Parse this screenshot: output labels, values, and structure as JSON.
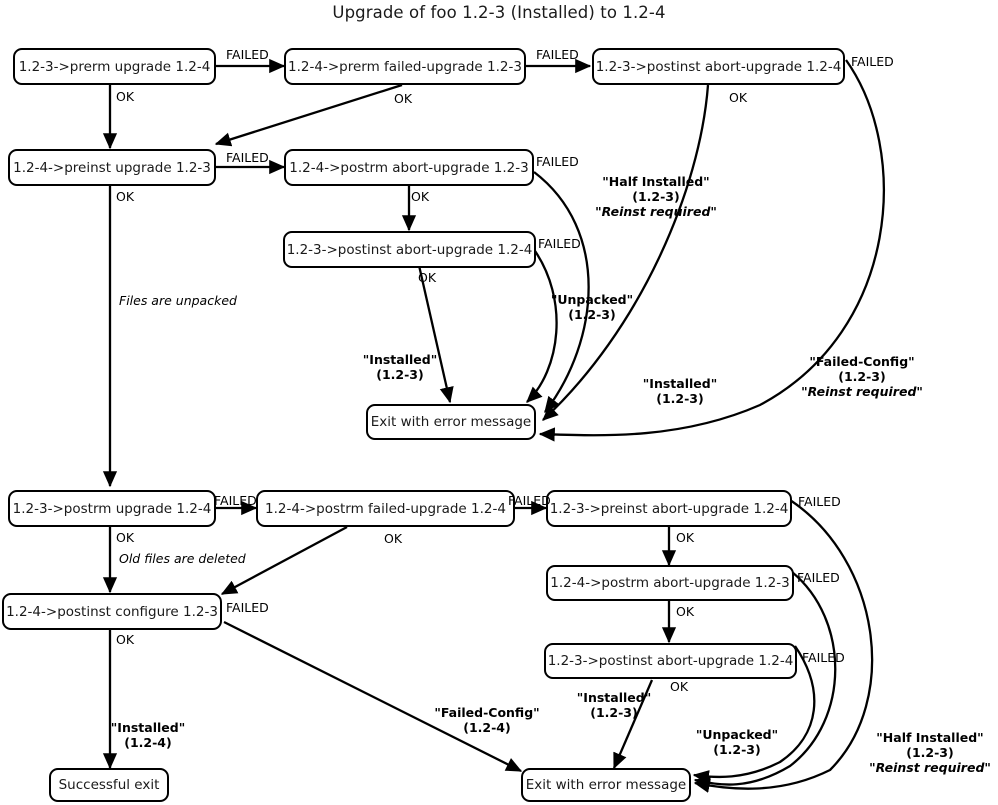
{
  "title": "Upgrade of foo 1.2-3 (Installed) to 1.2-4",
  "nodes": {
    "prerm_upgrade": "1.2-3->prerm upgrade 1.2-4",
    "prerm_failed_upgrade": "1.2-4->prerm failed-upgrade 1.2-3",
    "postinst_abort_top": "1.2-3->postinst abort-upgrade 1.2-4",
    "preinst_upgrade": "1.2-4->preinst upgrade 1.2-3",
    "postrm_abort_mid": "1.2-4->postrm abort-upgrade 1.2-3",
    "postinst_abort_mid": "1.2-3->postinst abort-upgrade 1.2-4",
    "exit_error_top": "Exit with error message",
    "postrm_upgrade": "1.2-3->postrm upgrade 1.2-4",
    "postrm_failed_upgrade": "1.2-4->postrm failed-upgrade 1.2-4",
    "preinst_abort": "1.2-3->preinst abort-upgrade 1.2-4",
    "postinst_configure": "1.2-4->postinst configure 1.2-3",
    "postrm_abort_bot": "1.2-4->postrm abort-upgrade 1.2-3",
    "postinst_abort_bot": "1.2-3->postinst abort-upgrade 1.2-4",
    "exit_error_bottom": "Exit with error message",
    "successful_exit": "Successful exit"
  },
  "edge_labels": {
    "failed_1": "FAILED",
    "failed_2": "FAILED",
    "failed_3": "FAILED",
    "failed_4": "FAILED",
    "failed_5": "FAILED",
    "failed_6": "FAILED",
    "failed_7": "FAILED",
    "failed_8": "FAILED",
    "failed_9": "FAILED",
    "failed_10": "FAILED",
    "failed_11": "FAILED",
    "failed_12": "FAILED",
    "ok_1": "OK",
    "ok_2": "OK",
    "ok_3": "OK",
    "ok_4": "OK",
    "ok_5": "OK",
    "ok_6": "OK",
    "ok_7": "OK",
    "ok_8": "OK",
    "ok_9": "OK",
    "ok_10": "OK",
    "ok_11": "OK",
    "ok_12": "OK"
  },
  "notes": {
    "files_unpacked": "Files are unpacked",
    "old_files_deleted": "Old files are deleted"
  },
  "state_labels": {
    "half_installed_top": {
      "line1": "\"Half Installed\"",
      "line2": "(1.2-3)",
      "line3": "\"Reinst required\""
    },
    "unpacked_top": {
      "line1": "\"Unpacked\"",
      "line2": "(1.2-3)",
      "line3": ""
    },
    "installed_top_left": {
      "line1": "\"Installed\"",
      "line2": "(1.2-3)",
      "line3": ""
    },
    "installed_top_right": {
      "line1": "\"Installed\"",
      "line2": "(1.2-3)",
      "line3": ""
    },
    "failed_config_top": {
      "line1": "\"Failed-Config\"",
      "line2": "(1.2-3)",
      "line3": "\"Reinst required\""
    },
    "failed_config_bot": {
      "line1": "\"Failed-Config\"",
      "line2": "(1.2-4)",
      "line3": ""
    },
    "installed_bot": {
      "line1": "\"Installed\"",
      "line2": "(1.2-3)",
      "line3": ""
    },
    "unpacked_bot": {
      "line1": "\"Unpacked\"",
      "line2": "(1.2-3)",
      "line3": ""
    },
    "half_installed_bot": {
      "line1": "\"Half Installed\"",
      "line2": "(1.2-3)",
      "line3": "\"Reinst required\""
    },
    "installed_final": {
      "line1": "\"Installed\"",
      "line2": "(1.2-4)",
      "line3": ""
    }
  },
  "colors": {
    "stroke": "#000000",
    "background": "#ffffff",
    "text": "#1a1a1a"
  }
}
